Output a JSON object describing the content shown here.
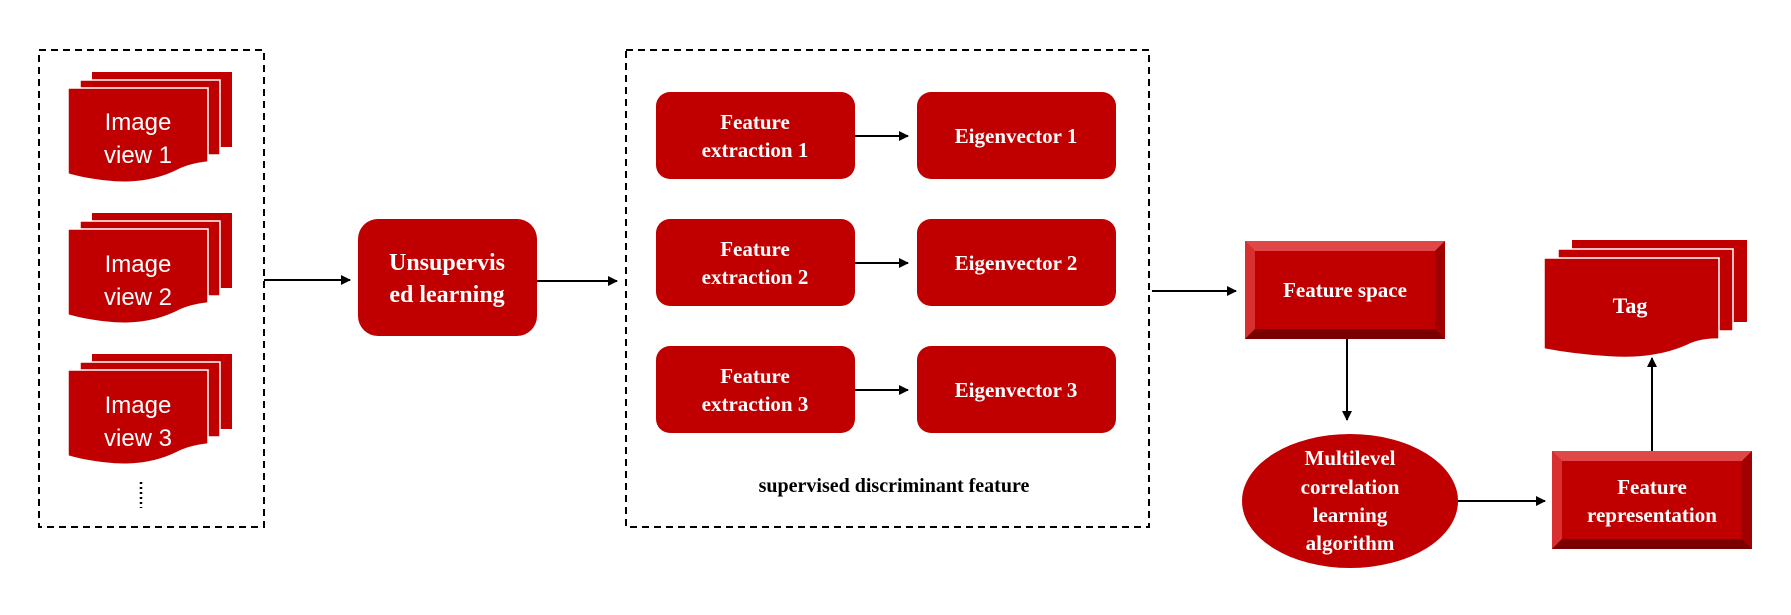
{
  "colors": {
    "red": "#c00000",
    "bevel_light": "#e04848",
    "bevel_dark": "#7a0000",
    "bevel_side": "#a00000",
    "arrow": "#000000"
  },
  "views": [
    {
      "line1": "Image",
      "line2": "view 1"
    },
    {
      "line1": "Image",
      "line2": "view 2"
    },
    {
      "line1": "Image",
      "line2": "view 3"
    }
  ],
  "unsupervised": {
    "line1": "Unsupervis",
    "line2": "ed learning"
  },
  "extractions": [
    {
      "line1": "Feature",
      "line2": "extraction 1",
      "eigen": "Eigenvector 1"
    },
    {
      "line1": "Feature",
      "line2": "extraction 2",
      "eigen": "Eigenvector 2"
    },
    {
      "line1": "Feature",
      "line2": "extraction 3",
      "eigen": "Eigenvector 3"
    }
  ],
  "supervised_caption": "supervised discriminant feature",
  "feature_space": "Feature space",
  "multilevel": {
    "line1": "Multilevel",
    "line2": "correlation",
    "line3": "learning",
    "line4": "algorithm"
  },
  "feature_representation": {
    "line1": "Feature",
    "line2": "representation"
  },
  "tag": "Tag"
}
